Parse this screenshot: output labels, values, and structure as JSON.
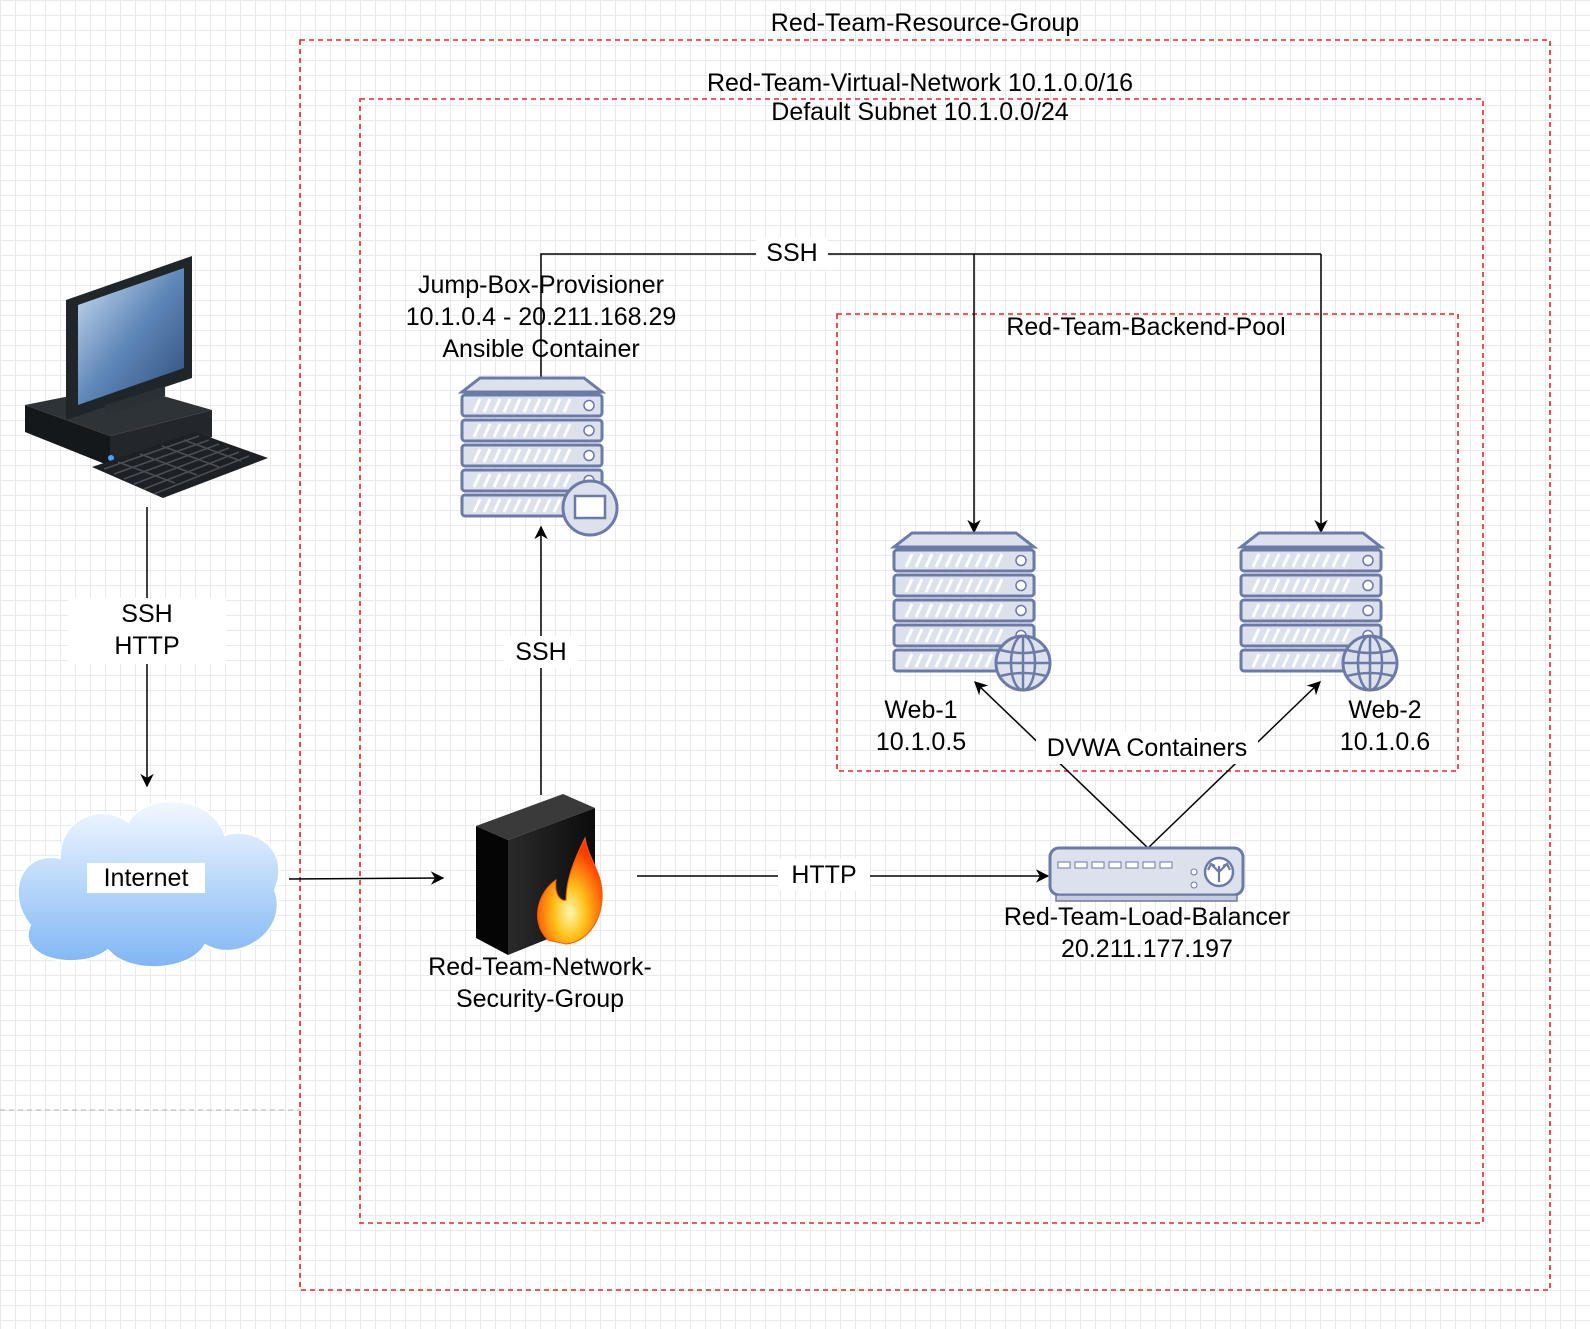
{
  "groups": {
    "resource_group": "Red-Team-Resource-Group",
    "virtual_network": "Red-Team-Virtual-Network  10.1.0.0/16",
    "subnet": "Default Subnet  10.1.0.0/24",
    "backend_pool": "Red-Team-Backend-Pool"
  },
  "nodes": {
    "workstation": {
      "icon": "desktop-computer-icon"
    },
    "internet": {
      "icon": "cloud-icon",
      "label": "Internet"
    },
    "nsg": {
      "icon": "firewall-icon",
      "line1": "Red-Team-Network-",
      "line2": "Security-Group"
    },
    "jumpbox": {
      "icon": "server-display-icon",
      "line1": "Jump-Box-Provisioner",
      "line2": "10.1.0.4  -  20.211.168.29",
      "line3": "Ansible Container"
    },
    "web1": {
      "icon": "web-server-icon",
      "line1": "Web-1",
      "line2": "10.1.0.5"
    },
    "web2": {
      "icon": "web-server-icon",
      "line1": "Web-2",
      "line2": "10.1.0.6"
    },
    "load_balancer": {
      "icon": "load-balancer-icon",
      "line1": "Red-Team-Load-Balancer",
      "line2": "20.211.177.197"
    }
  },
  "edges": {
    "workstation_internet_1": "SSH",
    "workstation_internet_2": "HTTP",
    "nsg_jumpbox": "SSH",
    "jumpbox_web": "SSH",
    "nsg_lb": "HTTP",
    "lb_web": "DVWA Containers"
  },
  "colors": {
    "group_border": "#e3262b",
    "server_fill": "#dde1ec",
    "server_stroke": "#6c7aa8",
    "cloud_top": "#f3f8ff",
    "cloud_bottom": "#7fb6f5"
  }
}
